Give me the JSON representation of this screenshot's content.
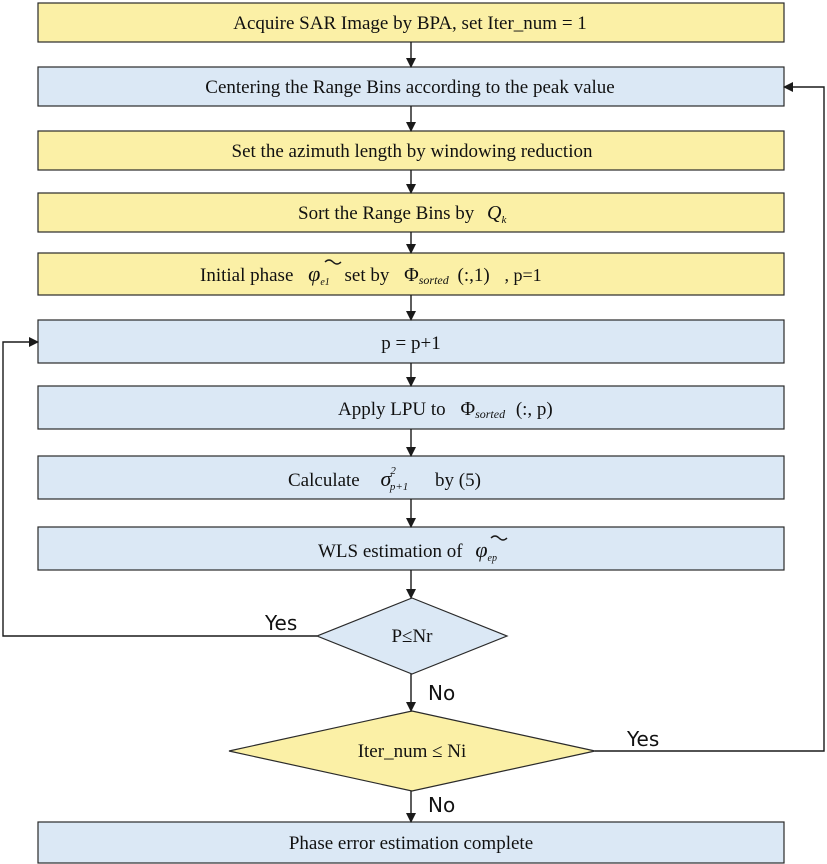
{
  "nodes": {
    "step1": {
      "text": "Acquire  SAR Image  by BPA, set Iter_num  = 1",
      "color": "#fbf0a6"
    },
    "step2": {
      "text": "Centering  the Range Bins  according  to the peak value",
      "color": "#dbe8f5"
    },
    "step3": {
      "text": "Set the azimuth  length  by windowing  reduction",
      "color": "#fbf0a6"
    },
    "step4": {
      "pre": "Sort the Range Bins  by",
      "sym": "Q",
      "sub": "k",
      "color": "#fbf0a6"
    },
    "step5": {
      "pre": "Initial  phase",
      "phi": "φ",
      "phi_sub": "e1",
      "mid": "set by",
      "Phi": "Φ",
      "Phi_sub": "sorted",
      "args": "(:,1)",
      "post": ", p=1",
      "color": "#fbf0a6"
    },
    "step6": {
      "text": "p = p+1",
      "color": "#dbe8f5"
    },
    "step7": {
      "pre": "Apply  LPU to",
      "Phi": "Φ",
      "Phi_sub": "sorted",
      "args": "(:, p)",
      "color": "#dbe8f5"
    },
    "step8": {
      "pre": "Calculate",
      "sigma": "σ",
      "sup": "2",
      "sub": "p+1",
      "post": "by  (5)",
      "color": "#dbe8f5"
    },
    "step9": {
      "pre": "WLS estimation  of",
      "phi": "φ",
      "phi_sub": "ep",
      "color": "#dbe8f5"
    },
    "decision1": {
      "text": "P≤Nr",
      "color": "#dbe8f5"
    },
    "decision2": {
      "text": "Iter_num  ≤ Ni",
      "color": "#fbf0a6"
    },
    "final": {
      "text": "Phase error estimation  complete",
      "color": "#dbe8f5"
    }
  },
  "edge_labels": {
    "d1_yes": "Yes",
    "d1_no": "No",
    "d2_yes": "Yes",
    "d2_no": "No"
  }
}
